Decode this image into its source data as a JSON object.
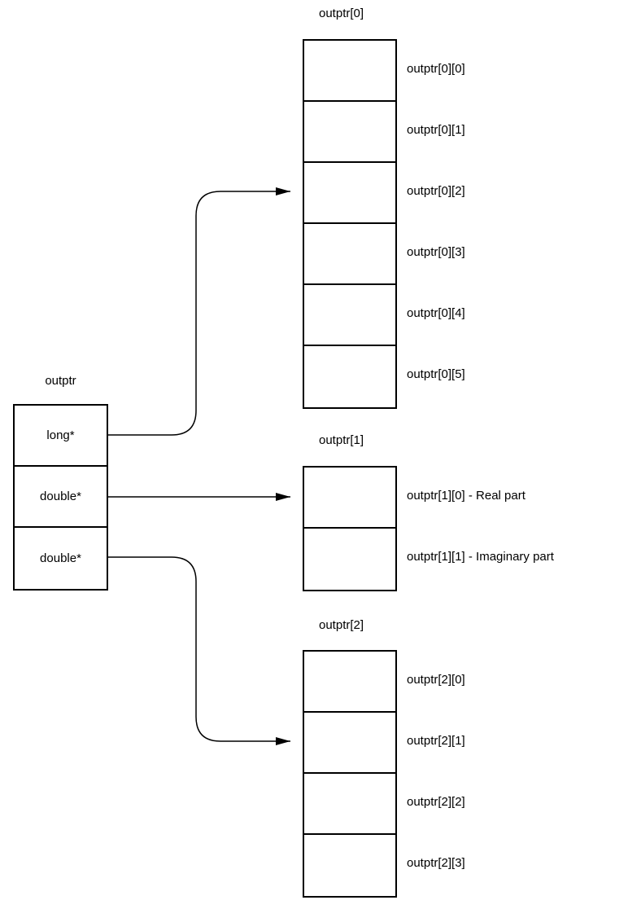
{
  "colors": {
    "background": "#ffffff",
    "line": "#000000",
    "text": "#000000"
  },
  "pointer_table": {
    "title": "outptr",
    "cells": [
      "long*",
      "double*",
      "double*"
    ]
  },
  "arrays": [
    {
      "title": "outptr[0]",
      "labels": [
        "outptr[0][0]",
        "outptr[0][1]",
        "outptr[0][2]",
        "outptr[0][3]",
        "outptr[0][4]",
        "outptr[0][5]"
      ]
    },
    {
      "title": "outptr[1]",
      "labels": [
        "outptr[1][0] - Real part",
        "outptr[1][1] - Imaginary part"
      ]
    },
    {
      "title": "outptr[2]",
      "labels": [
        "outptr[2][0]",
        "outptr[2][1]",
        "outptr[2][2]",
        "outptr[2][3]"
      ]
    }
  ],
  "arrows": [
    {
      "from": "long* cell",
      "to": "outptr[0] array"
    },
    {
      "from": "first double* cell",
      "to": "outptr[1] array"
    },
    {
      "from": "second double* cell",
      "to": "outptr[2] array"
    }
  ]
}
